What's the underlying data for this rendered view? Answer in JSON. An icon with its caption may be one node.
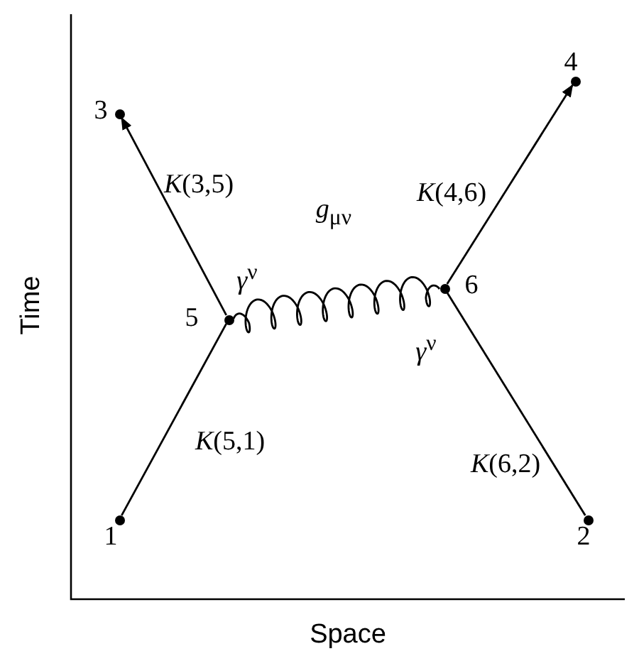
{
  "diagram": {
    "nodes": [
      {
        "text": [
          "3"
        ]
      },
      {
        "text": [
          "4"
        ]
      },
      {
        "text": [
          "5"
        ]
      },
      {
        "text": [
          "6"
        ]
      },
      {
        "text": [
          "1"
        ]
      },
      {
        "text": [
          "2"
        ]
      }
    ],
    "edges": [
      {
        "from": 2,
        "to": 0,
        "arrow": "to",
        "label": "*K*(3,5)"
      },
      {
        "from": 3,
        "to": 1,
        "arrow": "to",
        "label": "*K*(4,6)"
      },
      {
        "from": 2,
        "to": 3,
        "arrow": "none",
        "label": "*g*$_{μν}$"
      },
      {
        "from": 4,
        "to": 2,
        "arrow": "none",
        "label": "*K*(5,1)"
      },
      {
        "from": 5,
        "to": 3,
        "arrow": "none",
        "label": "*K*(6,2)"
      }
    ],
    "labels": [
      "*γ*$^{ν}$",
      "Time",
      "*γ*$^{ν}$",
      "Space"
    ]
  }
}
